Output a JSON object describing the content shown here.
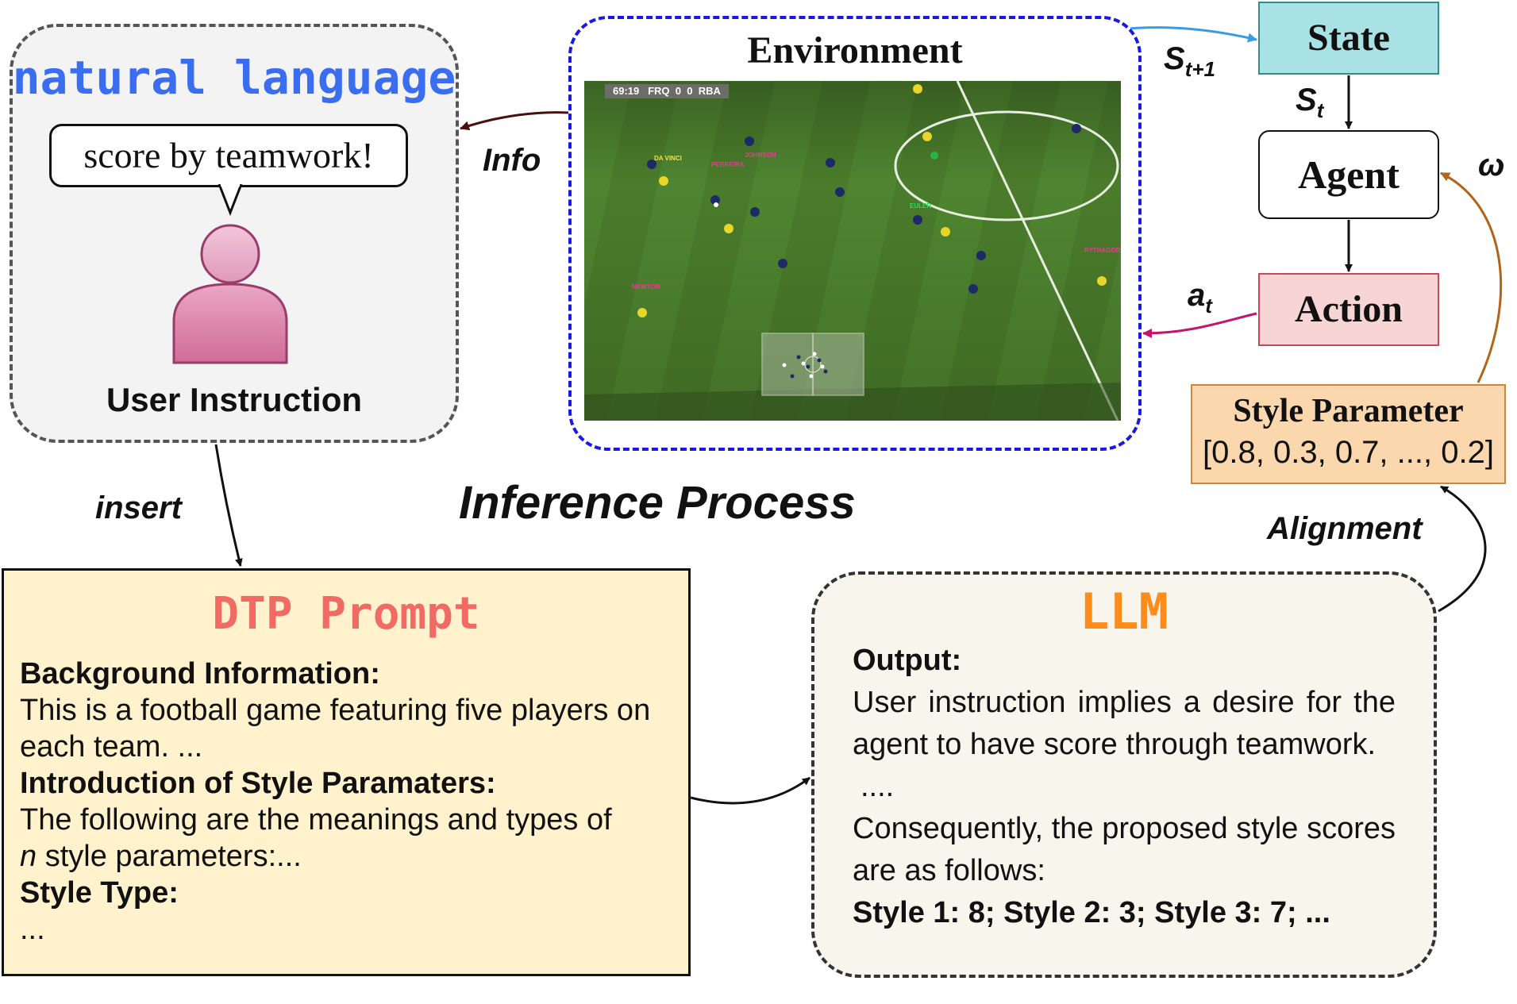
{
  "user_panel": {
    "title": "natural language",
    "speech": "score by teamwork!",
    "label": "User Instruction",
    "icon": "user-icon"
  },
  "environment": {
    "title": "Environment",
    "hud": {
      "clock": "69:19",
      "team_left": "FRQ",
      "score_left": "0",
      "score_right": "0",
      "team_right": "RBA"
    },
    "player_names": [
      "DA VINCI",
      "JOHNSON",
      "PERREIRA",
      "EULER",
      "NEWTON",
      "PYTHAGORAS"
    ]
  },
  "control_loop": {
    "state": "State",
    "agent": "Agent",
    "action": "Action",
    "s_next": "S",
    "s_next_sub": "t+1",
    "s_t": "S",
    "s_t_sub": "t",
    "a_t": "a",
    "a_t_sub": "t",
    "omega": "ω",
    "info": "Info"
  },
  "style_parameter": {
    "title": "Style Parameter",
    "values": "[0.8, 0.3, 0.7, ..., 0.2]"
  },
  "labels": {
    "insert": "insert",
    "inference": "Inference Process",
    "alignment": "Alignment"
  },
  "dtp_prompt": {
    "title": "DTP Prompt",
    "bg_heading": "Background Information:",
    "bg_text": "This is a football game featuring five players on each team. ...",
    "intro_heading": "Introduction of Style Paramaters:",
    "intro_text": "The following are the meanings and types of",
    "intro_var": "n",
    "intro_text2": " style parameters:...",
    "type_heading": "Style Type:",
    "type_text": "..."
  },
  "llm": {
    "title": "LLM",
    "output_heading": "Output:",
    "para1": "User instruction implies a desire for the agent to have score through teamwork.",
    "ellipsis": "....",
    "para2": "Consequently, the proposed style scores are as follows:",
    "result": "Style 1: 8; Style 2: 3; Style 3: 7; ..."
  },
  "colors": {
    "nl_blue": "#3b6df0",
    "env_border": "#1919e6",
    "state_fill": "#a9e2e4",
    "action_fill": "#f7d5d5",
    "style_fill": "#fad7ad",
    "dtp_fill": "#fff2cc",
    "dtp_title": "#f16a63",
    "llm_fill": "#f7f5ec",
    "llm_title": "#ff8c1a",
    "pitch_green": "#4d7f2b"
  }
}
